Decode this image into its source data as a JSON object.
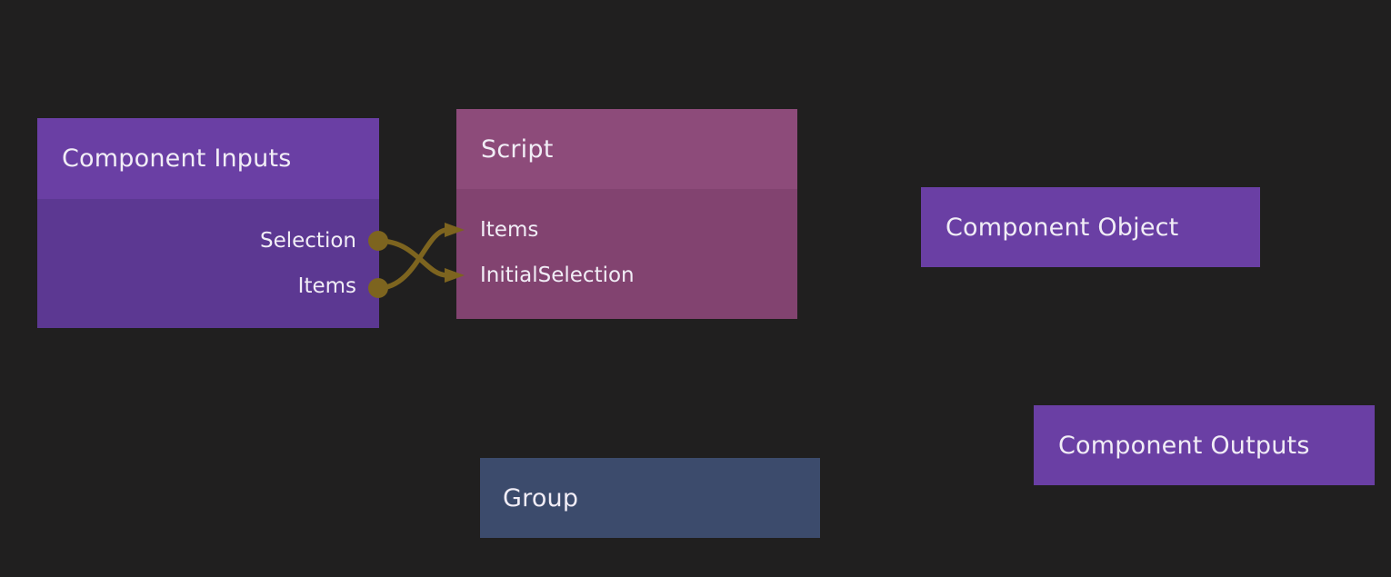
{
  "canvas": {
    "background_color": "#201f1f",
    "wire_color": "#7d641f",
    "text_color": "#f1edf6"
  },
  "nodes": [
    {
      "id": "component-inputs",
      "title": "Component Inputs",
      "header_color": "#6a3fa4",
      "body_color": "#5c3892",
      "outputs": [
        {
          "label": "Selection"
        },
        {
          "label": "Items"
        }
      ]
    },
    {
      "id": "script",
      "title": "Script",
      "header_color": "#8d4b7a",
      "body_color": "#824370",
      "inputs": [
        {
          "label": "Items"
        },
        {
          "label": "InitialSelection"
        }
      ]
    },
    {
      "id": "component-object",
      "title": "Component Object",
      "header_color": "#6a3fa4"
    },
    {
      "id": "component-outputs",
      "title": "Component Outputs",
      "header_color": "#6a3fa4"
    },
    {
      "id": "group",
      "title": "Group",
      "header_color": "#3c4b6c"
    }
  ],
  "connections": [
    {
      "from": "Component Inputs.Selection",
      "to": "Script.InitialSelection"
    },
    {
      "from": "Component Inputs.Items",
      "to": "Script.Items"
    }
  ]
}
